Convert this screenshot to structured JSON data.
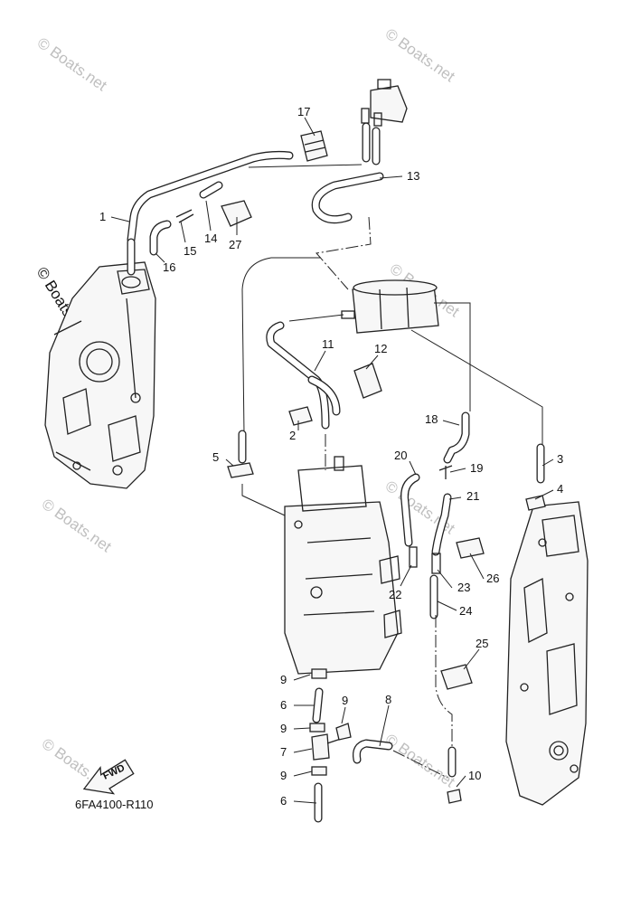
{
  "diagram_code": "6FA4100-R110",
  "fwd_label": "FWD",
  "watermark": "© Boats.net",
  "callouts": {
    "c1": "1",
    "c2": "2",
    "c3": "3",
    "c4": "4",
    "c5": "5",
    "c6a": "6",
    "c6b": "6",
    "c7": "7",
    "c8": "8",
    "c9a": "9",
    "c9b": "9",
    "c9c": "9",
    "c9d": "9",
    "c10": "10",
    "c11": "11",
    "c12": "12",
    "c13": "13",
    "c14": "14",
    "c15": "15",
    "c16": "16",
    "c17": "17",
    "c18": "18",
    "c19": "19",
    "c20": "20",
    "c21": "21",
    "c22": "22",
    "c23": "23",
    "c24": "24",
    "c25": "25",
    "c26": "26",
    "c27": "27"
  },
  "colors": {
    "line": "#222222",
    "watermark": "#bfbfbf",
    "background": "#ffffff"
  }
}
